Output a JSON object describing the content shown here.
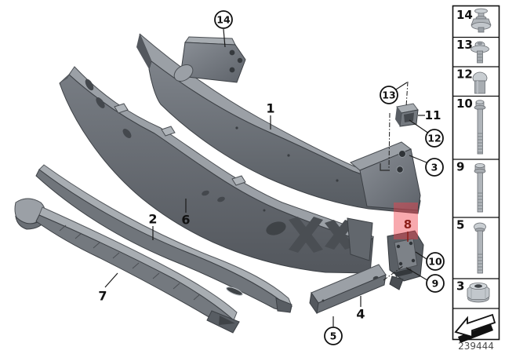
{
  "figure": {
    "number": "239444"
  },
  "colors": {
    "highlight_fill": "#f0414b",
    "highlight_label": "#8c1d18",
    "part_gray": "#6e737a",
    "part_gray_light": "#9ba0a6",
    "line_black": "#1a1a1a"
  },
  "diagram": {
    "callouts": {
      "c1": {
        "label": "1",
        "circled": false
      },
      "c2": {
        "label": "2",
        "circled": false
      },
      "c3": {
        "label": "3",
        "circled": true
      },
      "c4": {
        "label": "4",
        "circled": false
      },
      "c5": {
        "label": "5",
        "circled": true
      },
      "c6": {
        "label": "6",
        "circled": false
      },
      "c7": {
        "label": "7",
        "circled": false
      },
      "c8": {
        "label": "8",
        "circled": false,
        "highlighted": true
      },
      "c9": {
        "label": "9",
        "circled": true
      },
      "c10": {
        "label": "10",
        "circled": true
      },
      "c11": {
        "label": "11",
        "circled": false
      },
      "c12": {
        "label": "12",
        "circled": true
      },
      "c13": {
        "label": "13",
        "circled": true
      },
      "c14": {
        "label": "14",
        "circled": true
      }
    }
  },
  "legend": {
    "items": [
      {
        "label": "14",
        "icon": "expanding-rivet-icon"
      },
      {
        "label": "13",
        "icon": "washer-screw-icon"
      },
      {
        "label": "12",
        "icon": "dome-head-bolt-icon"
      },
      {
        "label": "10",
        "icon": "long-hex-bolt-icon"
      },
      {
        "label": "9",
        "icon": "hex-bolt-icon"
      },
      {
        "label": "5",
        "icon": "round-head-bolt-icon"
      },
      {
        "label": "3",
        "icon": "flange-nut-icon"
      },
      {
        "label": "",
        "icon": "direction-arrow-icon"
      }
    ]
  }
}
